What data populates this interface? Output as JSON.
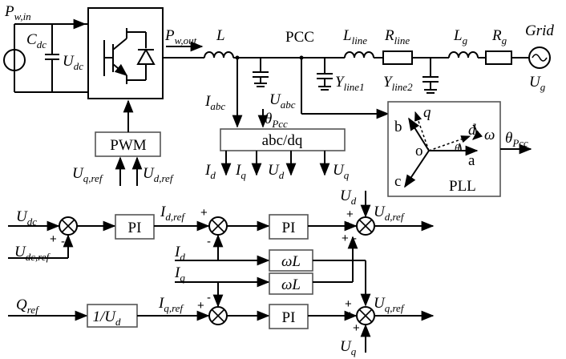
{
  "power": {
    "pw_in": "P",
    "pw_in_sub": "w,in",
    "pw_out": "P",
    "pw_out_sub": "w,out"
  },
  "dc_link": {
    "cdc": "C",
    "cdc_sub": "dc",
    "udc": "U",
    "udc_sub": "dc"
  },
  "grid_side": {
    "L": "L",
    "pcc": "PCC",
    "lline": "L",
    "lline_sub": "line",
    "rline": "R",
    "rline_sub": "line",
    "lg": "L",
    "lg_sub": "g",
    "rg": "R",
    "rg_sub": "g",
    "grid": "Grid",
    "ug": "U",
    "ug_sub": "g",
    "yline1": "Y",
    "yline1_sub": "line1",
    "yline2": "Y",
    "yline2_sub": "line2"
  },
  "measurement": {
    "iabc": "I",
    "iabc_sub": "abc",
    "uabc": "U",
    "uabc_sub": "abc",
    "theta": "θ",
    "theta_sub": "Pcc",
    "abcdq": "abc/dq",
    "id": "I",
    "id_sub": "d",
    "iq": "I",
    "iq_sub": "q",
    "ud": "U",
    "ud_sub": "d",
    "uq": "U",
    "uq_sub": "q"
  },
  "pwm": {
    "label": "PWM",
    "uqref": "U",
    "uqref_sub": "q,ref",
    "udref": "U",
    "udref_sub": "d,ref"
  },
  "pll": {
    "label": "PLL",
    "a": "a",
    "b": "b",
    "c": "c",
    "o": "o",
    "d": "d",
    "q": "q",
    "omega": "ω",
    "theta": "θ",
    "out": "θ",
    "out_sub": "Pcc"
  },
  "control": {
    "pi": "PI",
    "wl": "ωL",
    "inv_ud": "1/U",
    "inv_ud_sub": "d",
    "udc": "U",
    "udc_sub": "dc",
    "udcref": "U",
    "udcref_sub": "dc,ref",
    "idref": "I",
    "idref_sub": "d,ref",
    "iqref": "I",
    "iqref_sub": "q,ref",
    "id": "I",
    "id_sub": "d",
    "iq": "I",
    "iq_sub": "q",
    "ud": "U",
    "ud_sub": "d",
    "uq": "U",
    "uq_sub": "q",
    "udref_out": "U",
    "udref_out_sub": "d,ref",
    "uqref_out": "U",
    "uqref_out_sub": "q,ref",
    "qref": "Q",
    "qref_sub": "ref",
    "plus": "+",
    "minus": "-"
  }
}
